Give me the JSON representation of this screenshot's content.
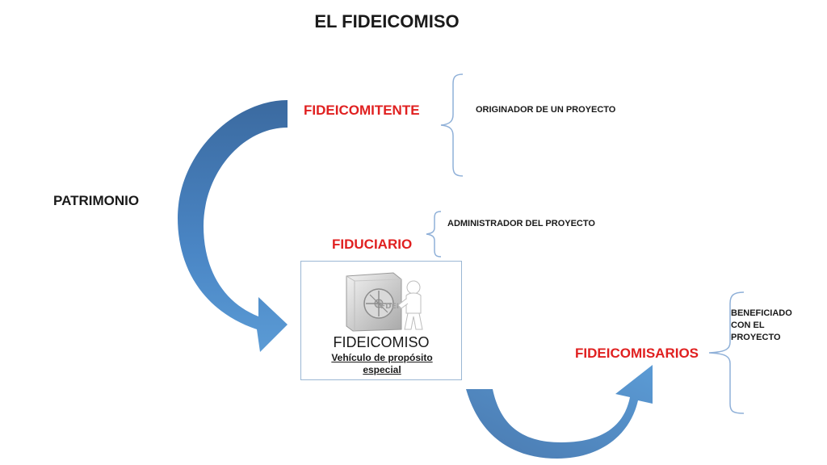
{
  "title": "EL FIDEICOMISO",
  "labels": {
    "patrimonio": "PATRIMONIO",
    "fideicomitente": "FIDEICOMITENTE",
    "fiduciario": "FIDUCIARIO",
    "fideicomisarios": "FIDEICOMISARIOS"
  },
  "descriptions": {
    "originador": "ORIGINADOR DE UN PROYECTO",
    "administrador": "ADMINISTRADOR DEL PROYECTO",
    "beneficiado": [
      "BENEFICIADO",
      "CON EL",
      "PROYECTO"
    ]
  },
  "center_box": {
    "title": "FIDEICOMISO",
    "subtitle": [
      "Vehículo de propósito",
      "especial"
    ],
    "image_text": "FDEI"
  },
  "colors": {
    "arrow_dark": "#3f6fa6",
    "arrow_light": "#5b9bd5",
    "bracket": "#8fb0d8",
    "accent_red": "#e02020",
    "box_border": "#9bb7d4"
  }
}
